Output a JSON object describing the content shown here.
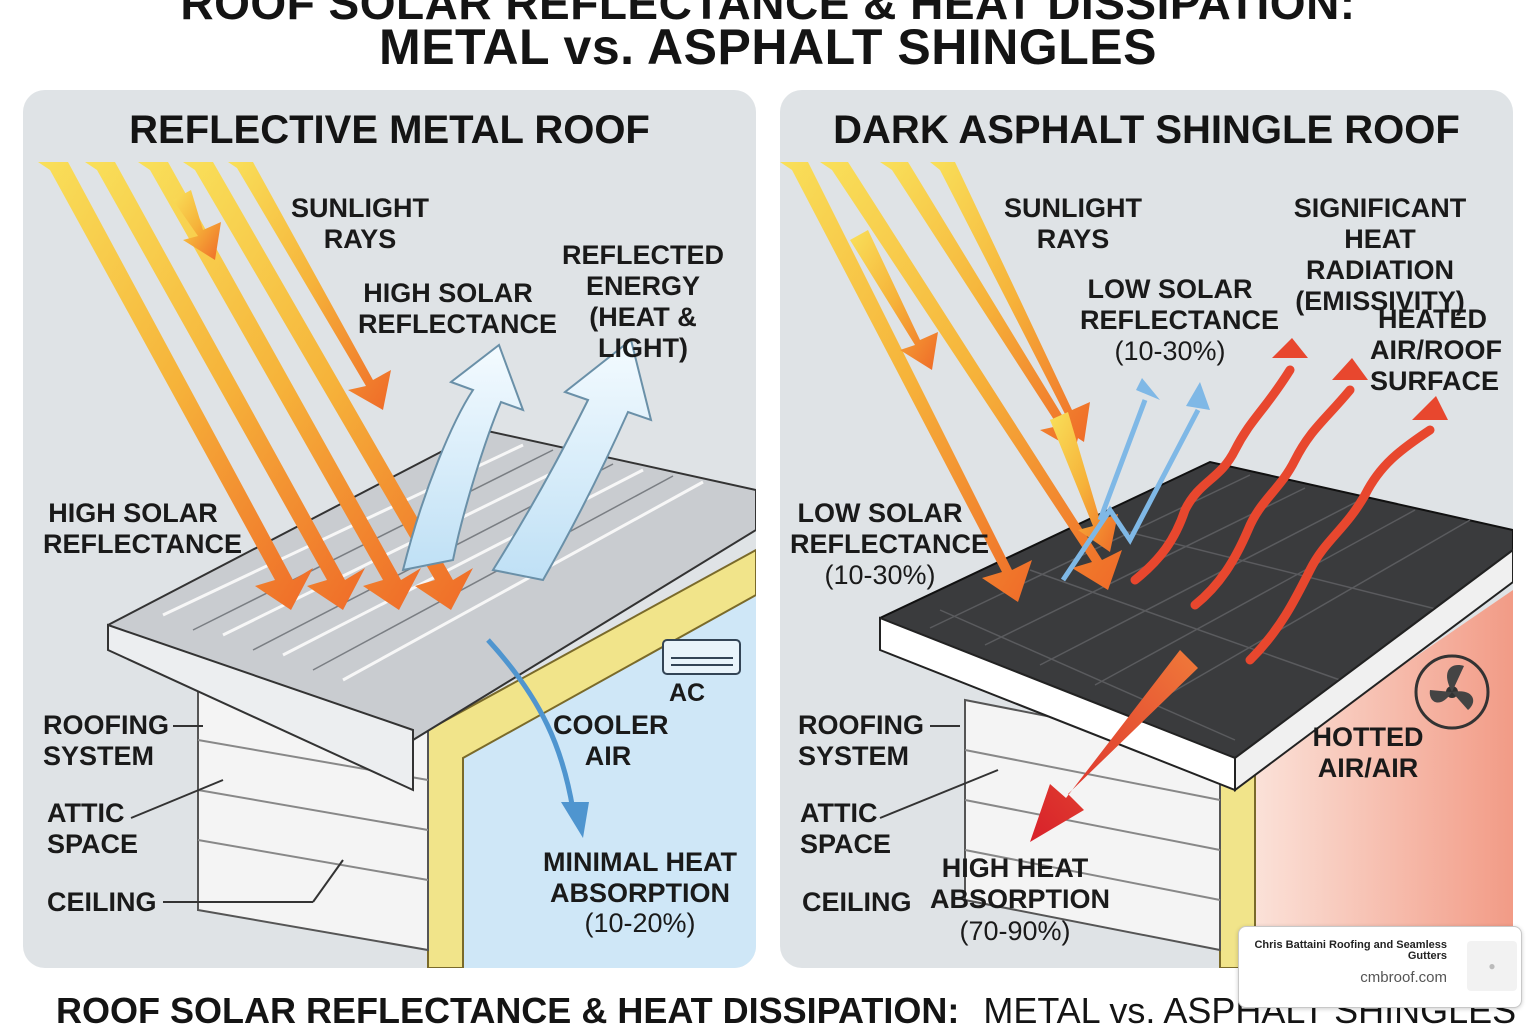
{
  "title_top": "ROOF SOLAR REFLECTANCE & HEAT DISSIPATION:",
  "title_sub": "METAL vs. ASPHALT SHINGLES",
  "left_panel": {
    "title": "REFLECTIVE METAL ROOF",
    "sunlight": "SUNLIGHT RAYS",
    "high_reflectance_top": "HIGH SOLAR REFLECTANCE",
    "reflected_energy": "REFLECTED ENERGY (HEAT & LIGHT)",
    "high_reflectance_side": "HIGH SOLAR REFLECTANCE",
    "roofing_system": "ROOFING SYSTEM",
    "attic_space": "ATTIC SPACE",
    "ceiling": "CEILING",
    "ac_label": "AC",
    "cooler_air": "COOLER AIR",
    "minimal_heat": "MINIMAL HEAT ABSORPTION",
    "minimal_heat_pct": "(10-20%)"
  },
  "right_panel": {
    "title": "DARK ASPHALT SHINGLE ROOF",
    "sunlight": "SUNLIGHT RAYS",
    "low_reflectance_top": "LOW SOLAR REFLECTANCE",
    "low_reflectance_top_pct": "(10-30%)",
    "heat_radiation": "SIGNIFICANT HEAT RADIATION (EMISSIVITY)",
    "heated_air": "HEATED AIR/ROOF SURFACE",
    "low_reflectance_side": "LOW SOLAR REFLECTANCE",
    "low_reflectance_side_pct": "(10-30%)",
    "roofing_system": "ROOFING SYSTEM",
    "attic_space": "ATTIC SPACE",
    "ceiling": "CEILING",
    "high_heat": "HIGH HEAT ABSORPTION",
    "high_heat_pct": "(70-90%)",
    "hotted_air": "HOTTED AIR/AIR"
  },
  "footer": {
    "bold": "ROOF SOLAR REFLECTANCE & HEAT DISSIPATION:",
    "light": "METAL vs. ASPHALT SHINGLES"
  },
  "badge": {
    "name": "Chris Battaini Roofing and Seamless Gutters",
    "url": "cmbroof.com"
  },
  "icons": [
    "sun-ray-arrow-icon",
    "reflected-arrow-icon",
    "heat-wave-arrow-icon",
    "ac-unit-icon",
    "fan-icon"
  ],
  "colors": {
    "sun_yellow": "#f7d33a",
    "sun_orange": "#f0752a",
    "heat_red": "#e23a2c",
    "cool_blue": "#5aa7de",
    "panel_bg": "#dfe3e6",
    "asphalt": "#3a3b3d"
  }
}
